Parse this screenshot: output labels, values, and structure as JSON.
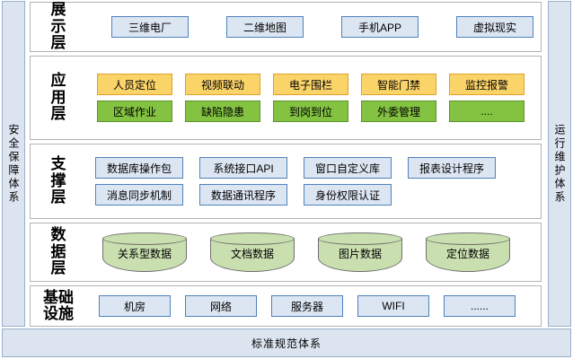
{
  "pillars": {
    "left": {
      "label": "安全保障体系"
    },
    "right": {
      "label": "运行维护体系"
    }
  },
  "standards_bar": {
    "label": "标准规范体系"
  },
  "layers": [
    {
      "key": "presentation",
      "label": "展示层",
      "rows": [
        {
          "style": "blue",
          "items": [
            {
              "label": "三维电厂"
            },
            {
              "label": "二维地图"
            },
            {
              "label": "手机APP"
            },
            {
              "label": "虚拟现实"
            }
          ]
        }
      ]
    },
    {
      "key": "application",
      "label": "应用层",
      "rows": [
        {
          "style": "yellow",
          "items": [
            {
              "label": "人员定位"
            },
            {
              "label": "视频联动"
            },
            {
              "label": "电子围栏"
            },
            {
              "label": "智能门禁"
            },
            {
              "label": "监控报警"
            }
          ]
        },
        {
          "style": "green",
          "items": [
            {
              "label": "区域作业"
            },
            {
              "label": "缺陷隐患"
            },
            {
              "label": "到岗到位"
            },
            {
              "label": "外委管理"
            },
            {
              "label": "...."
            }
          ]
        }
      ]
    },
    {
      "key": "support",
      "label": "支撑层",
      "rows": [
        {
          "style": "blue",
          "items": [
            {
              "label": "数据库操作包"
            },
            {
              "label": "系统接口API"
            },
            {
              "label": "窗口自定义库"
            },
            {
              "label": "报表设计程序"
            }
          ]
        },
        {
          "style": "blue",
          "items": [
            {
              "label": "消息同步机制"
            },
            {
              "label": "数据通讯程序"
            },
            {
              "label": "身份权限认证"
            }
          ]
        }
      ]
    },
    {
      "key": "data",
      "label": "数据层",
      "rows": [
        {
          "style": "cylinder",
          "items": [
            {
              "label": "关系型数据"
            },
            {
              "label": "文档数据"
            },
            {
              "label": "图片数据"
            },
            {
              "label": "定位数据"
            }
          ]
        }
      ]
    },
    {
      "key": "infrastructure",
      "label": "基础设施",
      "rows": [
        {
          "style": "blue",
          "items": [
            {
              "label": "机房"
            },
            {
              "label": "网络"
            },
            {
              "label": "服务器"
            },
            {
              "label": "WIFI"
            },
            {
              "label": "......"
            }
          ]
        }
      ]
    }
  ],
  "colors": {
    "pillar_fill": "#dce4f0",
    "pillar_border": "#9ab0cd",
    "blue_fill": "#dce6f2",
    "blue_border": "#4f81bd",
    "yellow_fill": "#fbd469",
    "yellow_border": "#e0a02a",
    "green_fill": "#83c341",
    "green_border": "#5d9130",
    "cylinder_fill": "#c9dfaf",
    "cylinder_border": "#6f6f6f",
    "layer_border": "#b3b3b3",
    "background": "#ffffff"
  }
}
